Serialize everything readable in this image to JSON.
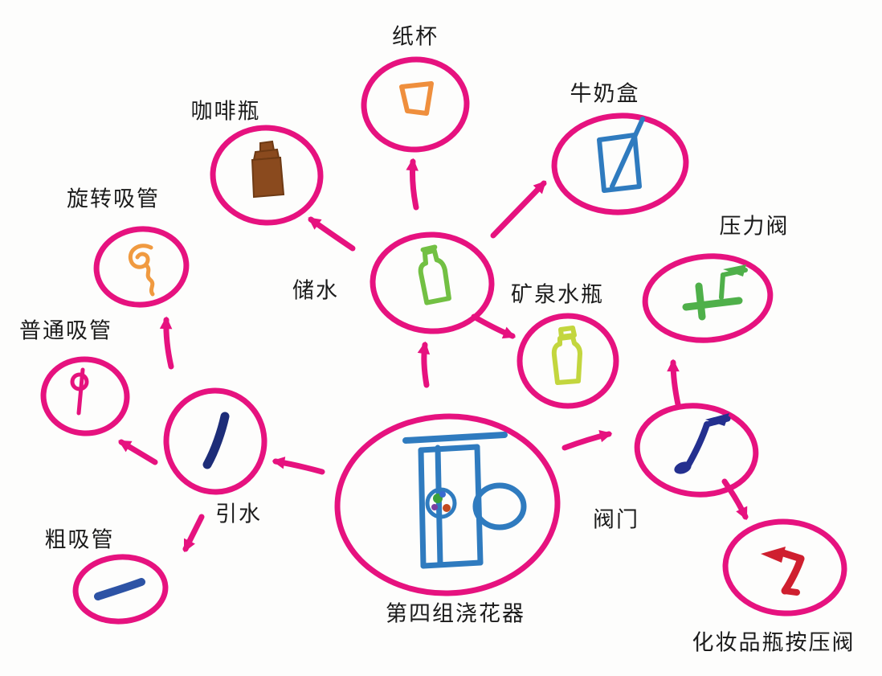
{
  "diagram": {
    "center": {
      "id": "group4-watering-device",
      "label": "第四组浇花器",
      "sketch": "watering-can-sketch",
      "sketch_color": "#2f7bbf"
    },
    "nodes": [
      {
        "id": "paper-cup",
        "label": "纸杯",
        "sketch": "paper-cup-sketch",
        "sketch_color": "#ef8f3d"
      },
      {
        "id": "coffee-bottle",
        "label": "咖啡瓶",
        "sketch": "coffee-bottle-sketch",
        "sketch_color": "#8a4a1e"
      },
      {
        "id": "milk-carton",
        "label": "牛奶盒",
        "sketch": "milk-carton-sketch",
        "sketch_color": "#2f7bbf"
      },
      {
        "id": "rotating-straw",
        "label": "旋转吸管",
        "sketch": "spiral-straw-sketch",
        "sketch_color": "#f09a40"
      },
      {
        "id": "water-storage",
        "label": "储水",
        "sketch": "green-bottle-sketch",
        "sketch_color": "#72c043"
      },
      {
        "id": "mineral-water-bottle",
        "label": "矿泉水瓶",
        "sketch": "mineral-bottle-sketch",
        "sketch_color": "#c3d63e"
      },
      {
        "id": "pressure-valve",
        "label": "压力阀",
        "sketch": "pressure-valve-sketch",
        "sketch_color": "#4fb04a"
      },
      {
        "id": "plain-straw",
        "label": "普通吸管",
        "sketch": "plain-straw-sketch",
        "sketch_color": "#e5127d"
      },
      {
        "id": "water-guide",
        "label": "引水",
        "sketch": "stick-sketch",
        "sketch_color": "#1d2d78"
      },
      {
        "id": "valve",
        "label": "阀门",
        "sketch": "valve-sketch",
        "sketch_color": "#24308f"
      },
      {
        "id": "thick-straw",
        "label": "粗吸管",
        "sketch": "thick-straw-sketch",
        "sketch_color": "#2d53a5"
      },
      {
        "id": "cosmetic-press-valve",
        "label": "化妆品瓶按压阀",
        "sketch": "press-valve-sketch",
        "sketch_color": "#cf1f2f"
      }
    ],
    "edges": [
      {
        "from": "group4-watering-device",
        "to": "water-storage"
      },
      {
        "from": "water-storage",
        "to": "paper-cup"
      },
      {
        "from": "water-storage",
        "to": "coffee-bottle"
      },
      {
        "from": "water-storage",
        "to": "milk-carton"
      },
      {
        "from": "water-storage",
        "to": "mineral-water-bottle"
      },
      {
        "from": "group4-watering-device",
        "to": "water-guide"
      },
      {
        "from": "water-guide",
        "to": "rotating-straw"
      },
      {
        "from": "water-guide",
        "to": "plain-straw"
      },
      {
        "from": "water-guide",
        "to": "thick-straw"
      },
      {
        "from": "group4-watering-device",
        "to": "valve"
      },
      {
        "from": "valve",
        "to": "pressure-valve"
      },
      {
        "from": "valve",
        "to": "cosmetic-press-valve"
      }
    ],
    "colors": {
      "circle_outline": "#e6127f",
      "arrow": "#e6127f",
      "label_text": "#1b1b1b",
      "background": "#fdfdfc"
    }
  }
}
